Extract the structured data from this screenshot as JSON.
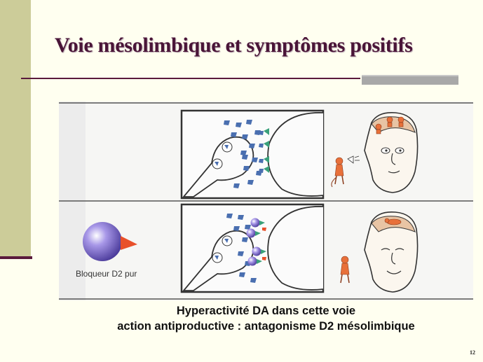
{
  "slide": {
    "title": "Voie mésolimbique et symptômes positifs",
    "figure": {
      "blocker_label": "Bloqueur D2 pur"
    },
    "caption_line1": "Hyperactivité DA dans cette voie",
    "caption_line2": "action antiproductive : antagonisme D2 mésolimbique",
    "page_number": "12",
    "colors": {
      "sidebar": "#cccc99",
      "title": "#4a1538",
      "rule": "#5a1a3c",
      "dopamine": "#4a6fb0",
      "receptor": "#3aa07a",
      "blocker_sphere": "#7a66c8",
      "blocker_tip": "#e8502a",
      "devil": "#e8703a"
    }
  }
}
